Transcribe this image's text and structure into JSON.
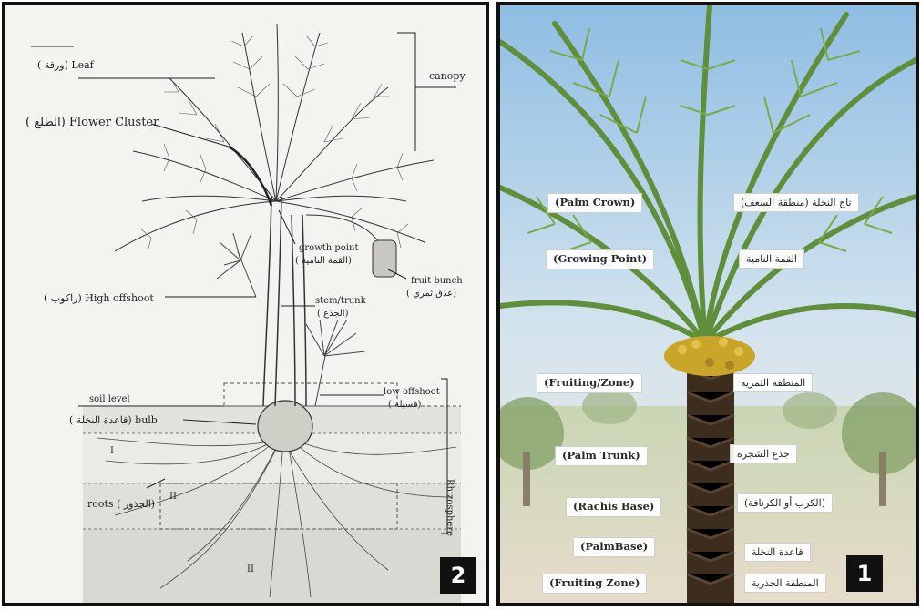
{
  "left_panel": {
    "number": "2",
    "labels": {
      "leaf": "( ورقة) Leaf",
      "canopy": "canopy",
      "flower_cluster": "( الطلع) Flower Cluster",
      "growth_point": "growth point",
      "growth_point_ar": "( القمة النامية)",
      "fruit_bunch": "fruit bunch",
      "fruit_bunch_ar": "( عذق ثمري)",
      "high_offshoot": "( راكوب) High offshoot",
      "stem_trunk": "stem/trunk",
      "stem_trunk_ar": "( الجذع)",
      "low_offshoot": "low offshoot",
      "low_offshoot_ar": "( فسيلة)",
      "soil_level": "soil level",
      "bulb": "( قاعدة النخلة) bulb",
      "roots": "roots ( الجذور)",
      "rhizosphere": "Rhizosphere",
      "zone_1": "I",
      "zone_2": "II",
      "zone_3": "II"
    }
  },
  "right_panel": {
    "number": "1",
    "tags": [
      {
        "en": "(Palm Crown)",
        "ar": "تاج النخلة (منطقة السعف)"
      },
      {
        "en": "(Growing Point)",
        "ar": "القمة النامية"
      },
      {
        "en": "(Fruiting/Zone)",
        "ar": "المنطقة الثمرية"
      },
      {
        "en": "(Palm Trunk)",
        "ar": "جذع الشجرة"
      },
      {
        "en": "(Rachis Base)",
        "ar": "(الكرب أو الكرنافة)"
      },
      {
        "en": "(PalmBase)",
        "ar": "قاعدة النخلة"
      },
      {
        "en": "(Fruiting Zone)",
        "ar": "المنطقة الجذرية"
      }
    ]
  },
  "colors": {
    "sketch_ink": "#333333",
    "sky": "#a9cbe6",
    "frond_green": "#5f8f3a",
    "trunk_brown": "#3d2d1f",
    "dates_yellow": "#c9a52a"
  }
}
